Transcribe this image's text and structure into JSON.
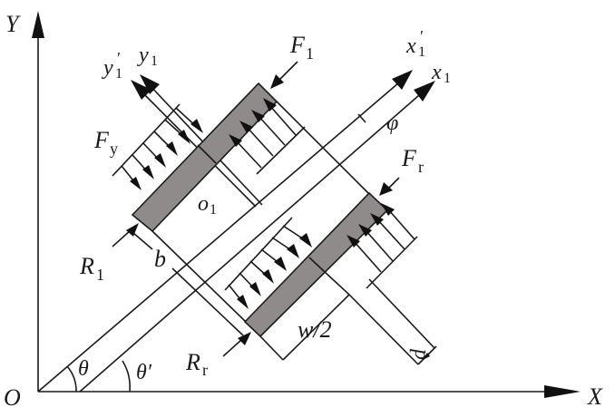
{
  "diagram": {
    "title": "Tracked vehicle steering force diagram",
    "colors": {
      "line": "#1a1a1a",
      "wheel_fill": "#8f8b8a",
      "background": "#ffffff"
    },
    "axes": {
      "origin": "O",
      "x": "X",
      "y": "Y"
    },
    "local_axes": {
      "x1_prime": "x",
      "x1_prime_sub": "1",
      "x1_prime_mark": "′",
      "x1": "x",
      "x1_sub": "1",
      "y1_prime": "y",
      "y1_prime_sub": "1",
      "y1_prime_mark": "′",
      "y1": "y",
      "y1_sub": "1",
      "center": "o",
      "center_sub": "1"
    },
    "angles": {
      "theta": "θ",
      "theta_prime": "θ′",
      "phi": "φ"
    },
    "forces": {
      "F1": "F",
      "F1_sub": "1",
      "Fr": "F",
      "Fr_sub": "r",
      "Fy": "F",
      "Fy_sub": "y",
      "R1": "R",
      "R1_sub": "1",
      "Rr": "R",
      "Rr_sub": "r"
    },
    "dimensions": {
      "b": "b",
      "w_half": "w/2",
      "d": "d"
    }
  }
}
